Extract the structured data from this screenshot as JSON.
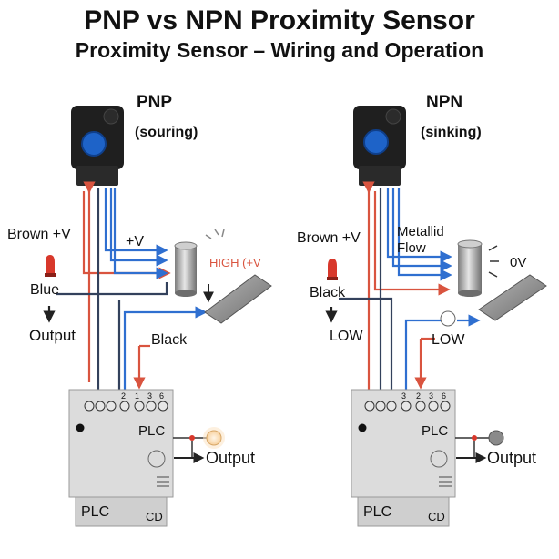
{
  "title": "PNP vs NPN Proximity Sensor",
  "subtitle": "Proximity Sensor – Wiring and Operation",
  "colors": {
    "positive_wire": "#d9543f",
    "signal_wire": "#2f6fd0",
    "neutral_wire": "#33415c",
    "sensor_body": "#1f1f1f",
    "sensor_lens": "#1e63c8",
    "plc_body": "#dcdcdc",
    "led_red": "#d8382b",
    "output_lamp_on": "#fbe3c4",
    "output_lamp_off": "#8a8a8a"
  },
  "pnp": {
    "heading": "PNP",
    "mode": "(souring)",
    "brown_label": "Brown +V",
    "supply_label": "+V",
    "state_label": "HIGH (+V",
    "blue_label": "Blue",
    "output_label": "Output",
    "black_label": "Black",
    "terminal_numbers": [
      "2",
      "1",
      "3",
      "6"
    ],
    "plc_label": "PLC",
    "plc_output_label": "Output",
    "plc_base_label": "PLC",
    "plc_base_code": "CD",
    "output_lamp": "output-lamp-on"
  },
  "npn": {
    "heading": "NPN",
    "mode": "(sinking)",
    "brown_label": "Brown +V",
    "metal_label_1": "Metallid",
    "metal_label_2": "Flow",
    "state_label": "0V",
    "black_label": "Black",
    "low_label_left": "LOW",
    "low_label_right": "LOW",
    "terminal_numbers": [
      "3",
      "2",
      "3",
      "6"
    ],
    "plc_label": "PLC",
    "plc_output_label": "Output",
    "plc_base_label": "PLC",
    "plc_base_code": "CD",
    "output_lamp": "output-lamp-off"
  }
}
